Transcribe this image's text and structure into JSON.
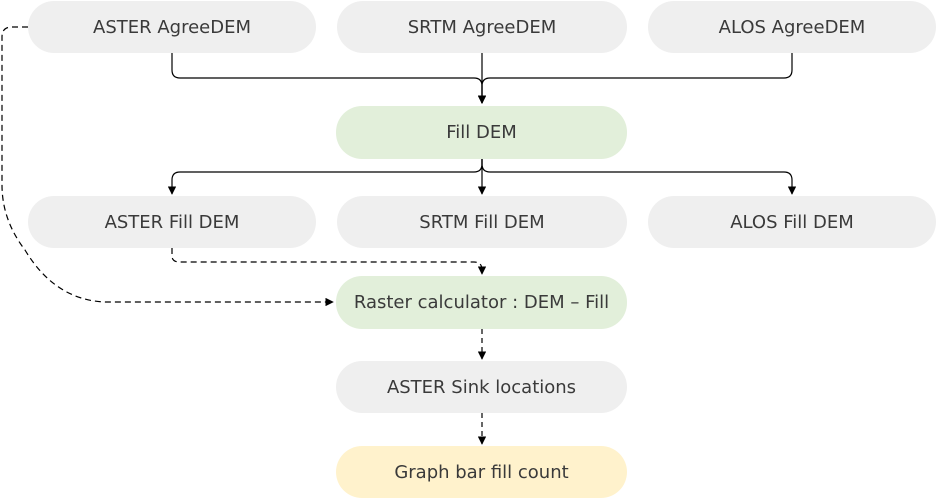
{
  "nodes": {
    "aster_agreedem": "ASTER AgreeDEM",
    "srtm_agreedem": "SRTM AgreeDEM",
    "alos_agreedem": "ALOS AgreeDEM",
    "fill_dem": "Fill DEM",
    "aster_fill_dem": "ASTER Fill DEM",
    "srtm_fill_dem": "SRTM Fill DEM",
    "alos_fill_dem": "ALOS Fill DEM",
    "raster_calculator": "Raster calculator : DEM – Fill",
    "aster_sink_locations": "ASTER Sink locations",
    "graph_bar_fill_count": "Graph bar fill count"
  },
  "colors": {
    "input_node": "#efefef",
    "process_node": "#e2efda",
    "output_node": "#fff2cc",
    "connector": "#000000"
  }
}
